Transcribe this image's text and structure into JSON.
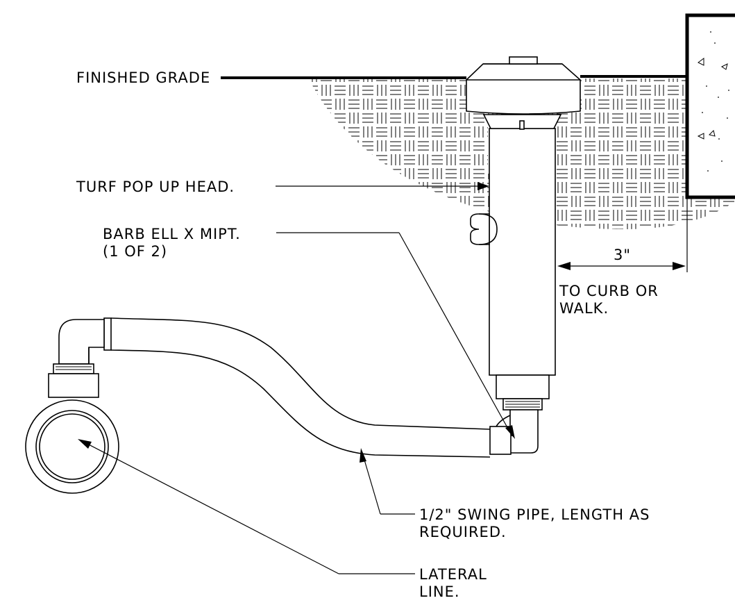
{
  "labels": {
    "finished_grade": "FINISHED GRADE",
    "turf_head": "TURF POP UP HEAD.",
    "barb_ell_1": "BARB ELL X MIPT.",
    "barb_ell_2": "(1 OF 2)",
    "dimension": "3\"",
    "curb_1": "TO CURB OR",
    "curb_2": "WALK.",
    "swing_pipe_1": "1/2\" SWING PIPE, LENGTH AS",
    "swing_pipe_2": "REQUIRED.",
    "lateral_1": "LATERAL",
    "lateral_2": "LINE."
  },
  "colors": {
    "line": "#000000",
    "hatch": "#000000",
    "background": "#ffffff"
  }
}
